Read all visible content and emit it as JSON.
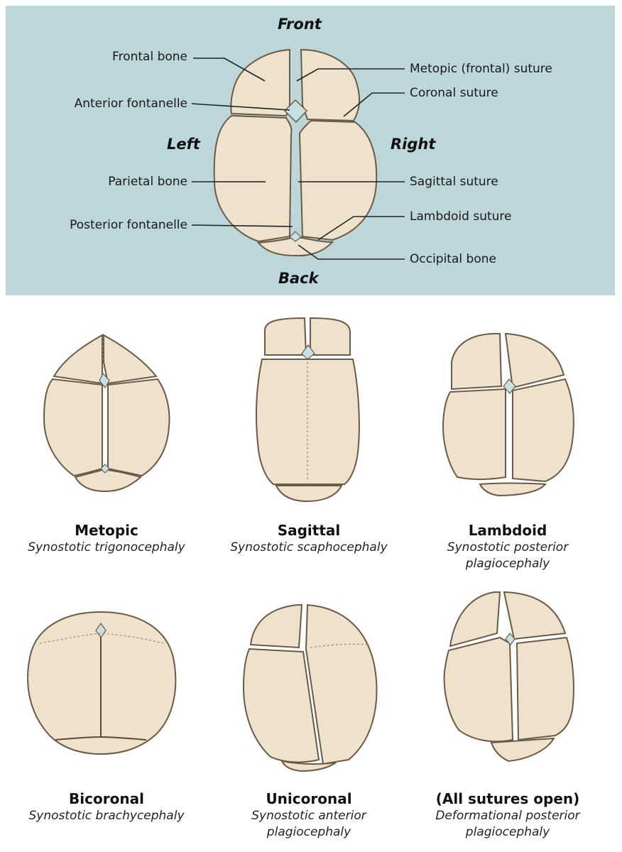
{
  "anatomy": {
    "orientation": {
      "front": "Front",
      "back": "Back",
      "left": "Left",
      "right": "Right"
    },
    "left_labels": [
      "Frontal bone",
      "Anterior fontanelle",
      "Parietal bone",
      "Posterior fontanelle"
    ],
    "right_labels": [
      "Metopic (frontal) suture",
      "Coronal suture",
      "Sagittal suture",
      "Lambdoid suture",
      "Occipital bone"
    ]
  },
  "variants": [
    {
      "title": "Metopic",
      "subtitle_lines": [
        "Synostotic trigonocephaly"
      ]
    },
    {
      "title": "Sagittal",
      "subtitle_lines": [
        "Synostotic scaphocephaly"
      ]
    },
    {
      "title": "Lambdoid",
      "subtitle_lines": [
        "Synostotic posterior",
        "plagiocephaly"
      ]
    },
    {
      "title": "Bicoronal",
      "subtitle_lines": [
        "Synostotic brachycephaly"
      ]
    },
    {
      "title": "Unicoronal",
      "subtitle_lines": [
        "Synostotic anterior",
        "plagiocephaly"
      ]
    },
    {
      "title": "(All sutures open)",
      "subtitle_lines": [
        "Deformational posterior",
        "plagiocephaly"
      ]
    }
  ],
  "colors": {
    "panel_background": "#bcd6da",
    "bone_fill": "#efe2cc",
    "bone_outline": "#6b5a45",
    "suture_line": "#5a4a38",
    "fontanelle": "#c6e1e4",
    "leader_line": "#222222"
  }
}
